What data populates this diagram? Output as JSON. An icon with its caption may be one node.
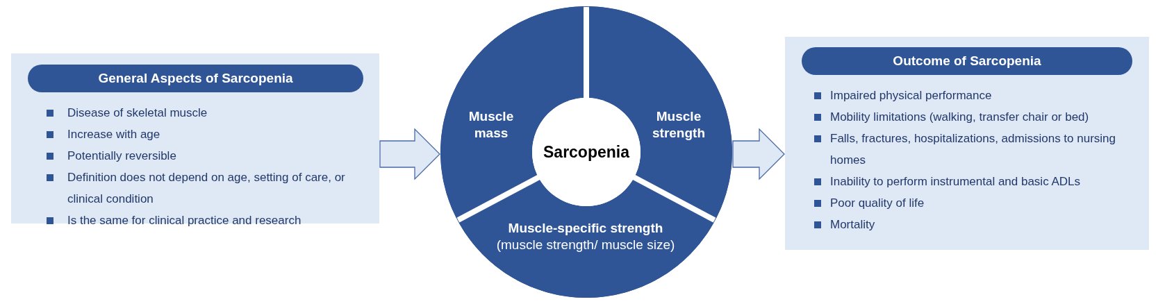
{
  "diagram": {
    "nodes": [
      {
        "text": [
          "Disease of skeletal muscle",
          "Increase with age",
          "Potentially reversible",
          "Definition does not depend on age, setting of care, or clinical condition",
          "Is the same for clinical practice and research"
        ]
      },
      {
        "text": [
          "General Aspects of Sarcopenia"
        ],
        "in": 0
      },
      {
        "text": [],
        "shape": "circle"
      },
      {
        "text": [
          "Muscle mass"
        ],
        "in": 2
      },
      {
        "text": [
          "Muscle strength"
        ],
        "in": 2
      },
      {
        "text": [
          "Muscle-specific strength",
          "(muscle strength/ muscle size)"
        ],
        "in": 2
      },
      {
        "text": [
          "Sarcopenia"
        ],
        "in": 2
      },
      {
        "text": [
          "Impaired physical performance",
          "Mobility limitations (walking, transfer chair or bed)",
          "Falls, fractures, hospitalizations, admissions to nursing homes",
          "Inability to perform instrumental and basic ADLs",
          "Poor quality of life",
          "Mortality"
        ]
      },
      {
        "text": [
          "Outcome of Sarcopenia"
        ],
        "in": 7
      }
    ],
    "edges": [
      {
        "from": 0,
        "to": 2,
        "arrow": "to"
      },
      {
        "from": 2,
        "to": 7,
        "arrow": "to"
      }
    ]
  }
}
